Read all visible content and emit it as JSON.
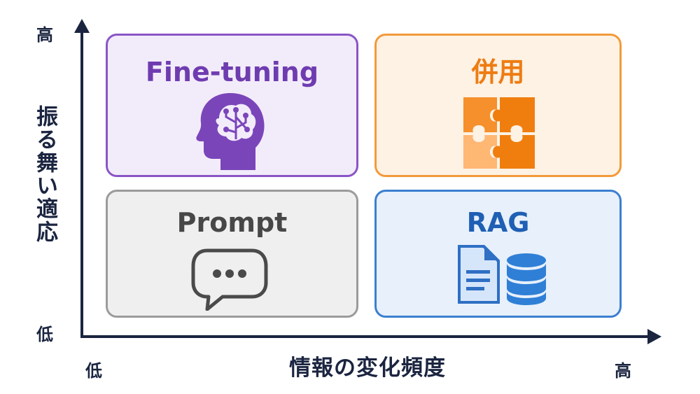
{
  "axes": {
    "y_title": "振る舞い適応",
    "y_high": "高",
    "y_low": "低",
    "x_title": "情報の変化頻度",
    "x_low": "低",
    "x_high": "高"
  },
  "quadrants": {
    "top_left": {
      "label": "Fine-tuning",
      "icon": "head-circuit-icon",
      "color": "#6f3cb0"
    },
    "top_right": {
      "label": "併用",
      "icon": "puzzle-icon",
      "color": "#ee7c12"
    },
    "bottom_left": {
      "label": "Prompt",
      "icon": "chat-bubble-icon",
      "color": "#474747"
    },
    "bottom_right": {
      "label": "RAG",
      "icon": "document-database-icon",
      "color": "#1f5fb4"
    }
  },
  "colors": {
    "axis": "#1b2540"
  }
}
